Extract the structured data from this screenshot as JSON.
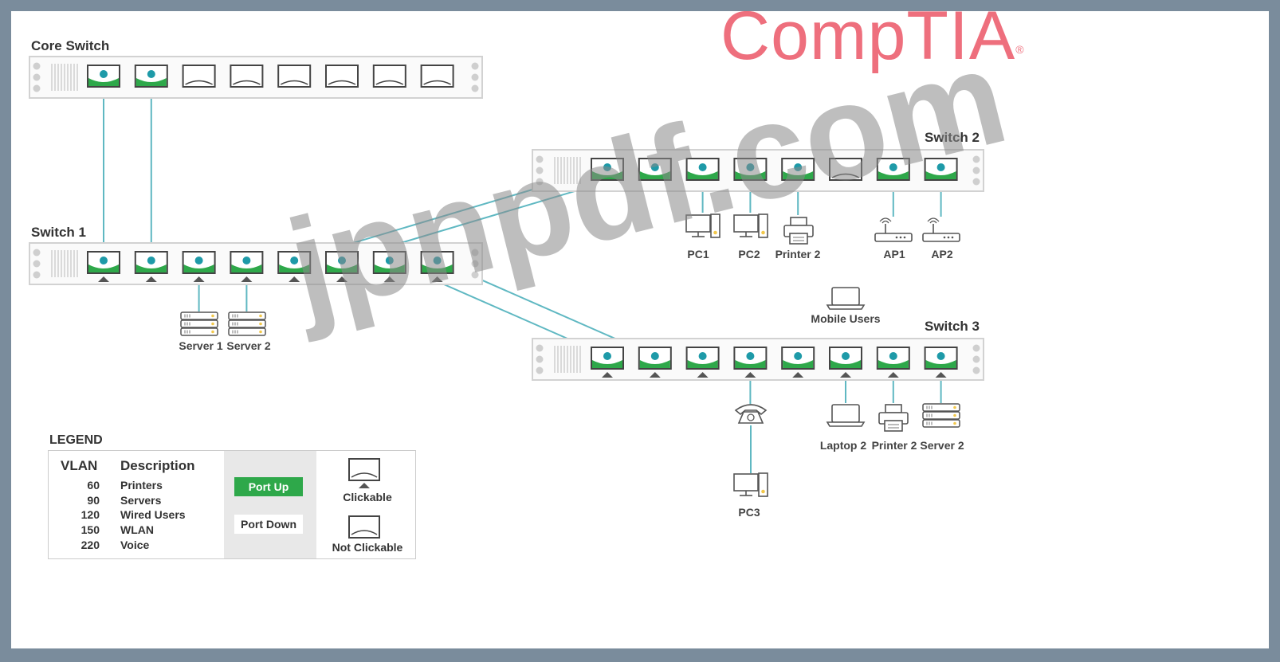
{
  "brand": {
    "logo_text": "CompTIA",
    "logo_mark": "®",
    "logo_color": "#ee6f7d"
  },
  "watermark": "jpnpdf.com",
  "colors": {
    "port_up": "#2ea84a",
    "link": "#5fb8c2",
    "port_dot": "#1e9aa8",
    "frame": "#444444"
  },
  "switches": {
    "core": {
      "title": "Core Switch",
      "ports": 8,
      "up_ports": [
        1,
        2
      ],
      "clickable": false
    },
    "sw1": {
      "title": "Switch 1",
      "ports": 8,
      "up_ports": [
        1,
        2,
        3,
        4,
        5,
        6,
        7,
        8
      ],
      "clickable": true
    },
    "sw2": {
      "title": "Switch 2",
      "ports": 8,
      "up_ports": [
        1,
        2,
        3,
        4,
        5,
        7,
        8
      ],
      "clickable": false
    },
    "sw3": {
      "title": "Switch 3",
      "ports": 8,
      "up_ports": [
        1,
        2,
        3,
        4,
        5,
        6,
        7,
        8
      ],
      "clickable": true
    }
  },
  "devices": {
    "pc1": {
      "label": "PC1",
      "icon": "desktop-pc-icon"
    },
    "pc2": {
      "label": "PC2",
      "icon": "desktop-pc-icon"
    },
    "printer_sw2": {
      "label": "Printer 2",
      "icon": "printer-icon"
    },
    "ap1": {
      "label": "AP1",
      "icon": "wireless-ap-icon"
    },
    "ap2": {
      "label": "AP2",
      "icon": "wireless-ap-icon"
    },
    "mobile": {
      "label": "Mobile Users",
      "icon": "laptop-icon"
    },
    "server1": {
      "label": "Server 1",
      "icon": "server-icon"
    },
    "server2_sw1": {
      "label": "Server 2",
      "icon": "server-icon"
    },
    "phone": {
      "label": "",
      "icon": "phone-icon"
    },
    "pc3": {
      "label": "PC3",
      "icon": "desktop-pc-icon"
    },
    "laptop2": {
      "label": "Laptop 2",
      "icon": "laptop-icon"
    },
    "printer_sw3": {
      "label": "Printer 2",
      "icon": "printer-icon"
    },
    "server2_sw3": {
      "label": "Server 2",
      "icon": "server-icon"
    }
  },
  "legend": {
    "title": "LEGEND",
    "vlan_header": "VLAN",
    "desc_header": "Description",
    "rows": [
      {
        "vlan": "60",
        "desc": "Printers"
      },
      {
        "vlan": "90",
        "desc": "Servers"
      },
      {
        "vlan": "120",
        "desc": "Wired Users"
      },
      {
        "vlan": "150",
        "desc": "WLAN"
      },
      {
        "vlan": "220",
        "desc": "Voice"
      }
    ],
    "port_up": "Port Up",
    "port_down": "Port Down",
    "clickable": "Clickable",
    "not_clickable": "Not Clickable"
  }
}
